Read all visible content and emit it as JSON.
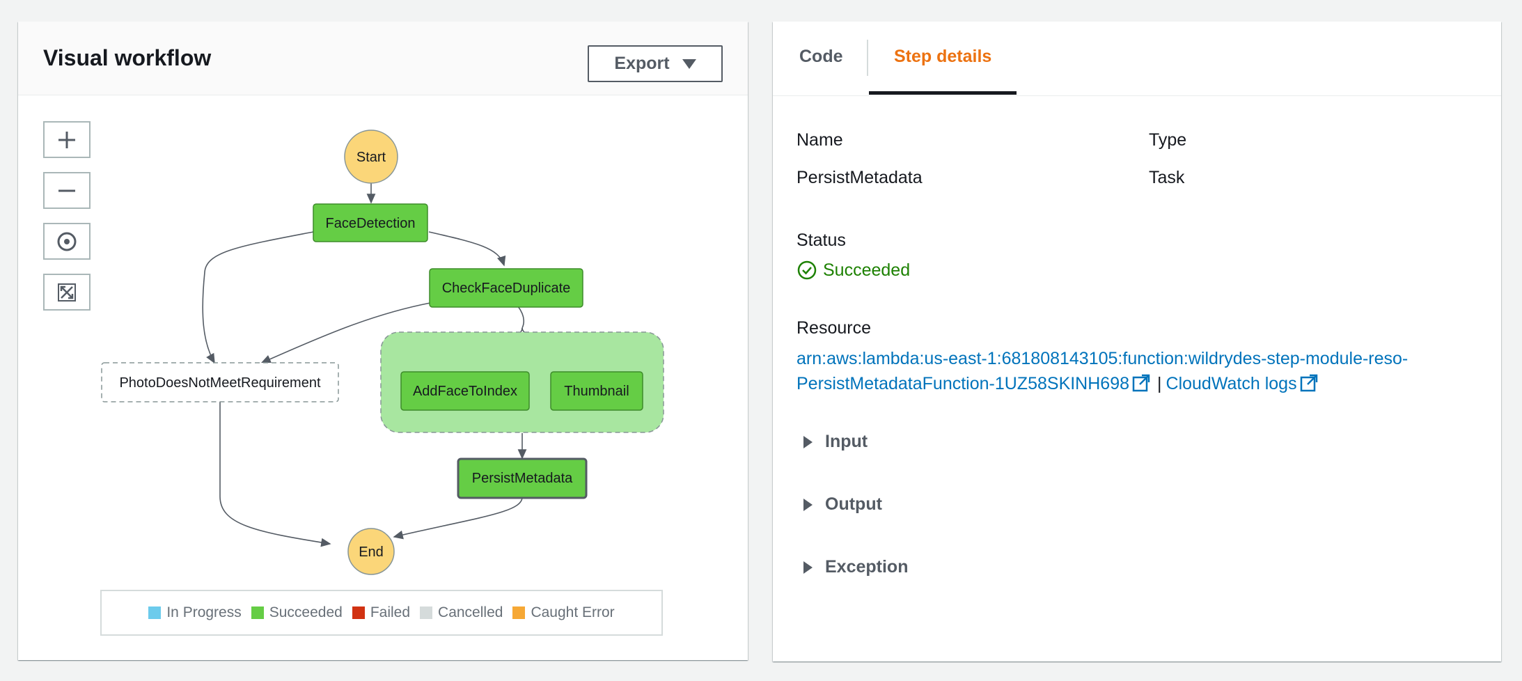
{
  "workflow": {
    "title": "Visual workflow",
    "export_label": "Export",
    "zoom_controls": [
      "plus-icon",
      "minus-icon",
      "center-icon",
      "fit-icon"
    ],
    "nodes": {
      "start": "Start",
      "face_detection": "FaceDetection",
      "check_face_duplicate": "CheckFaceDuplicate",
      "photo_does_not_meet": "PhotoDoesNotMeetRequirement",
      "add_face_to_index": "AddFaceToIndex",
      "thumbnail": "Thumbnail",
      "persist_metadata": "PersistMetadata",
      "end": "End"
    },
    "legend": [
      {
        "label": "In Progress",
        "color": "#6ccbec"
      },
      {
        "label": "Succeeded",
        "color": "#65cd45"
      },
      {
        "label": "Failed",
        "color": "#d13212"
      },
      {
        "label": "Cancelled",
        "color": "#d5dbdb"
      },
      {
        "label": "Caught Error",
        "color": "#f6a835"
      }
    ],
    "colors": {
      "succeeded": "#65cd45",
      "parallel_fill": "#a8e6a0",
      "start_end": "#fbd679"
    }
  },
  "details": {
    "tabs": {
      "code": "Code",
      "step_details": "Step details"
    },
    "name_label": "Name",
    "name_value": "PersistMetadata",
    "type_label": "Type",
    "type_value": "Task",
    "status_label": "Status",
    "status_value": "Succeeded",
    "resource_label": "Resource",
    "resource_arn": "arn:aws:lambda:us-east-1:681808143105:function:wildrydes-step-module-reso-PersistMetadataFunction-1UZ58SKINH698",
    "separator": "|",
    "cloudwatch_label": "CloudWatch logs",
    "input_label": "Input",
    "output_label": "Output",
    "exception_label": "Exception",
    "colors": {
      "accent": "#ec7211",
      "link": "#0073bb",
      "success": "#1d8102"
    }
  }
}
